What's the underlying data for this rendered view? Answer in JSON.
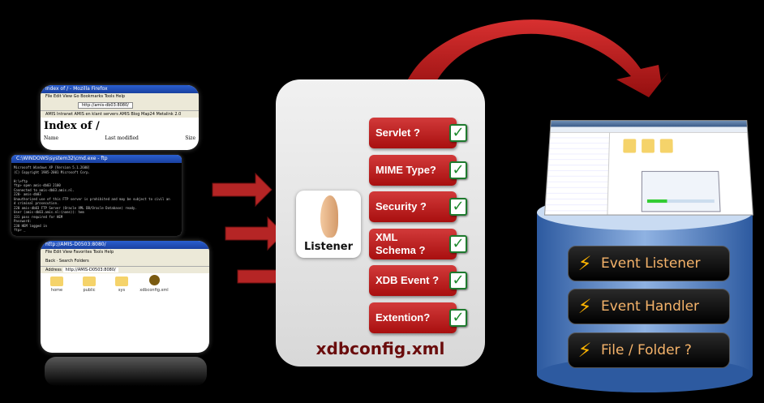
{
  "left_screens": {
    "firefox": {
      "title": "Index of / - Mozilla Firefox",
      "menu": "File  Edit  View  Go  Bookmarks  Tools  Help",
      "url": "http://amis-db03:8080/",
      "bookmarks": "AMIS Intranet  AMIS en klant servers  AMIS Blog  Map24  Metalink 2.0",
      "heading": "Index of /",
      "col_name": "Name",
      "col_modified": "Last modified",
      "col_size": "Size"
    },
    "console": {
      "title": "C:\\WINDOWS\\system32\\cmd.exe - ftp",
      "text": "Microsoft Windows XP [Version 5.1.2600]\n(C) Copyright 1985-2001 Microsoft Corp.\n\nH:\\>ftp\nftp> open amis-db03 2100\nConnected to amis-db03.amis.nl.\n220- amis-db03\nUnauthorized use of this FTP server is prohibited and may be subject to civil an\nd criminal prosecution.\n220 amis-db03 FTP Server (Oracle XML DB/Oracle Database) ready.\nUser (amis-db03.amis.nl:(none)): hem\n331 pass required for HEM\nPassword:\n230 HEM logged in\nftp> _"
    },
    "explorer": {
      "title": "http://AMIS-D0503:8080/",
      "menu": "File  Edit  View  Favorites  Tools  Help",
      "toolbar": "Back  ·  Search  Folders",
      "address_label": "Address",
      "address": "http://AMIS-D0503:8080/",
      "items": [
        "home",
        "public",
        "sys",
        "xdbconfig.xml"
      ]
    }
  },
  "center": {
    "listener_label": "Listener",
    "checks": [
      "Servlet ?",
      "MIME Type?",
      "Security ?",
      "XML Schema ?",
      "XDB Event ?",
      "Extention?"
    ],
    "check_mark": "✓",
    "footer": "xdbconfig.xml"
  },
  "right": {
    "items": [
      "Event Listener",
      "Event Handler",
      "File / Folder ?"
    ],
    "bolt": "⚡"
  },
  "colors": {
    "red": "#c0201f",
    "panel": "#e2e2e2",
    "db_blue": "#4f7fc0",
    "pill_text": "#f5b36a"
  }
}
